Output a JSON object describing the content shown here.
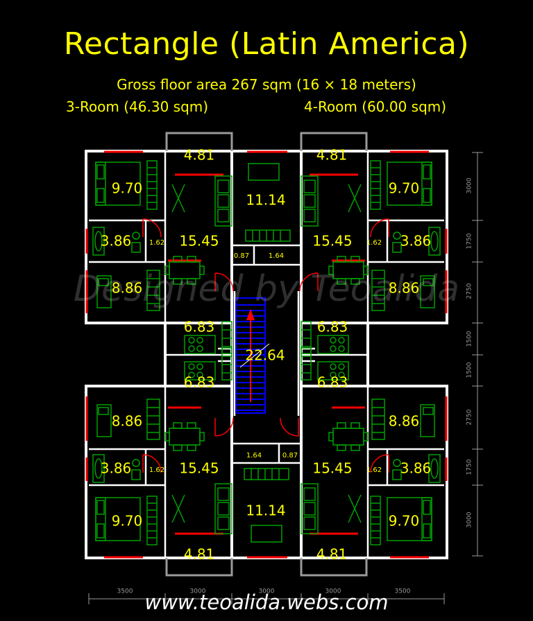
{
  "header": {
    "title": "Rectangle (Latin America)",
    "subtitle": "Gross floor area 267 sqm (16 × 18 meters)",
    "room3": "3-Room (46.30 sqm)",
    "room4": "4-Room (60.00 sqm)"
  },
  "watermark": "Designed by Teoalida",
  "website": "www.teoalida.webs.com",
  "rooms": {
    "balcony_tl": "4.81",
    "balcony_tr": "4.81",
    "balcony_bl": "4.81",
    "balcony_br": "4.81",
    "bed_tl": "9.70",
    "bed_tr": "9.70",
    "bed_bl": "9.70",
    "bed_br": "9.70",
    "bath_tl": "3.86",
    "bath_tr": "3.86",
    "bath_bl": "3.86",
    "bath_br": "3.86",
    "bed2_tl": "8.86",
    "bed2_tr": "8.86",
    "bed2_bl": "8.86",
    "bed2_br": "8.86",
    "living_tl": "15.45",
    "living_tr": "15.45",
    "living_bl": "15.45",
    "living_br": "15.45",
    "kitchen_tl": "6.83",
    "kitchen_tr": "6.83",
    "kitchen_bl": "6.83",
    "kitchen_br": "6.83",
    "master_top": "11.14",
    "master_bottom": "11.14",
    "hall_tl": "1.62",
    "hall_tr": "1.62",
    "hall_bl": "1.62",
    "hall_br": "1.62",
    "closet_top_a": "0.87",
    "closet_top_b": "1.64",
    "closet_bot_a": "1.64",
    "closet_bot_b": "0.87",
    "stair": "22.64"
  },
  "dims_bottom": [
    "3500",
    "3000",
    "3000",
    "3000",
    "3500"
  ],
  "dims_right": [
    "3000",
    "1750",
    "2750",
    "1500",
    "1500",
    "2750",
    "1750",
    "3000"
  ],
  "colors": {
    "wall": "#ffffff",
    "furniture": "#00a000",
    "window": "#ff0000",
    "stair": "#0000ff",
    "text": "#ffff00",
    "dim": "#9a9a9a"
  }
}
